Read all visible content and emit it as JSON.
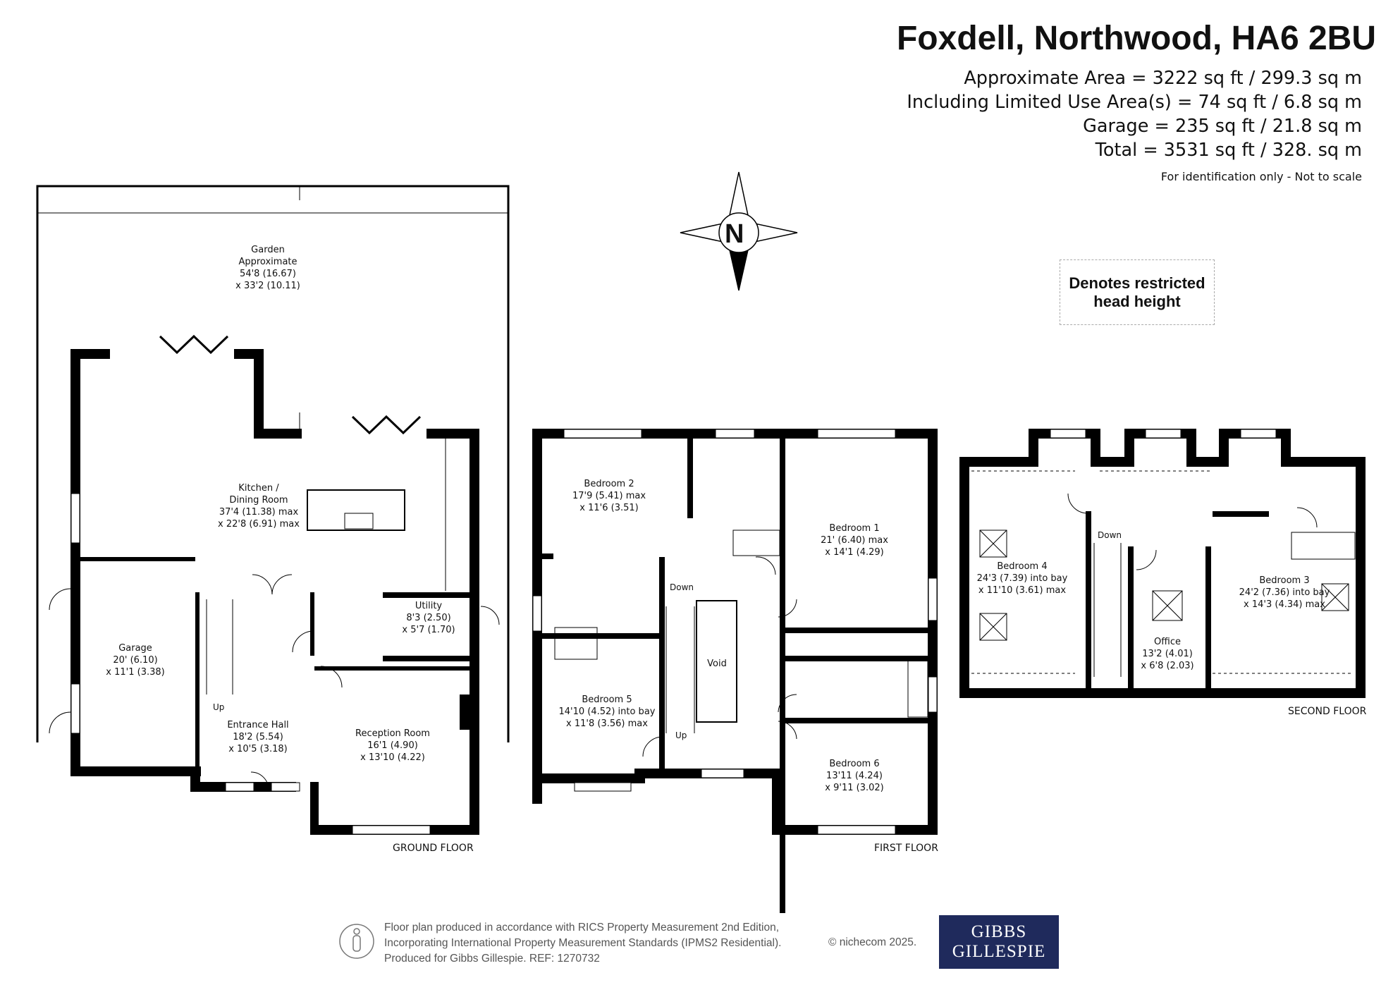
{
  "header": {
    "title": "Foxdell, Northwood, HA6 2BU",
    "areas": [
      "Approximate Area = 3222 sq ft / 299.3 sq m",
      "Including Limited Use Area(s) = 74 sq ft / 6.8 sq m",
      "Garage = 235 sq ft / 21.8 sq m",
      "Total = 3531 sq ft / 328. sq m"
    ],
    "note": "For identification only - Not to scale"
  },
  "compass": {
    "label": "N"
  },
  "legend": {
    "line1": "Denotes restricted",
    "line2": "head height"
  },
  "rooms": {
    "garden": [
      "Garden",
      "Approximate",
      "54'8 (16.67)",
      "x 33'2 (10.11)"
    ],
    "kitchen": [
      "Kitchen /",
      "Dining Room",
      "37'4 (11.38) max",
      "x 22'8 (6.91) max"
    ],
    "garage": [
      "Garage",
      "20' (6.10)",
      "x 11'1 (3.38)"
    ],
    "utility": [
      "Utility",
      "8'3 (2.50)",
      "x 5'7 (1.70)"
    ],
    "hall": [
      "Entrance Hall",
      "18'2 (5.54)",
      "x 10'5 (3.18)"
    ],
    "reception": [
      "Reception Room",
      "16'1 (4.90)",
      "x 13'10 (4.22)"
    ],
    "bedroom2": [
      "Bedroom 2",
      "17'9 (5.41) max",
      "x 11'6 (3.51)"
    ],
    "bedroom1": [
      "Bedroom 1",
      "21' (6.40) max",
      "x 14'1 (4.29)"
    ],
    "bedroom5": [
      "Bedroom 5",
      "14'10 (4.52) into bay",
      "x 11'8 (3.56) max"
    ],
    "bedroom6": [
      "Bedroom 6",
      "13'11 (4.24)",
      "x 9'11 (3.02)"
    ],
    "void": [
      "Void"
    ],
    "bedroom4": [
      "Bedroom 4",
      "24'3 (7.39) into bay",
      "x 11'10 (3.61) max"
    ],
    "office": [
      "Office",
      "13'2 (4.01)",
      "x 6'8 (2.03)"
    ],
    "bedroom3": [
      "Bedroom 3",
      "24'2 (7.36) into bay",
      "x 14'3 (4.34) max"
    ]
  },
  "stairs": {
    "up": "Up",
    "down": "Down"
  },
  "floors": {
    "ground": "GROUND FLOOR",
    "first": "FIRST FLOOR",
    "second": "SECOND FLOOR"
  },
  "footer": {
    "line1": "Floor plan produced in accordance with RICS Property Measurement 2nd Edition,",
    "line2": "Incorporating International Property Measurement Standards (IPMS2 Residential).",
    "line3": "Produced for Gibbs Gillespie.   REF:  1270732",
    "copyright": "© nichecom 2025.",
    "brand1": "GIBBS",
    "brand2": "GILLESPIE"
  }
}
